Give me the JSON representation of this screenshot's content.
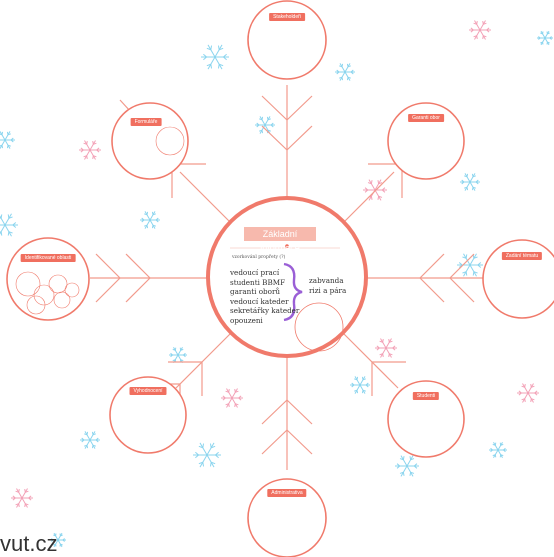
{
  "center": {
    "title": "Základní informace",
    "subtitle": "vzorkovánl propřety (?) ",
    "list": [
      "vedoucí prací",
      "studenti BBMF",
      "garanti oborů",
      "vedoucí kateder",
      "sekretářky kateder",
      "opouzeni"
    ],
    "side_label": [
      "zabvanda",
      "rizi a pára"
    ]
  },
  "nodes": [
    {
      "key": "top",
      "title": "Stakeholdeři"
    },
    {
      "key": "top-right",
      "title": "Garanti obor"
    },
    {
      "key": "right",
      "title": "Zadání tématu"
    },
    {
      "key": "bottom-right",
      "title": "Studenti"
    },
    {
      "key": "bottom",
      "title": "Administrativa"
    },
    {
      "key": "bottom-left",
      "title": "Vyhodnocení"
    },
    {
      "key": "left",
      "title": "Identifikované oblasti"
    },
    {
      "key": "top-left",
      "title": "Formuláře"
    }
  ],
  "watermark": "vut.cz",
  "colors": {
    "accent": "#f06f5f",
    "line": "#f29a8c",
    "brace": "#9a5fd6",
    "snow_pink": "#f08aa5",
    "snow_blue": "#5ac3e8"
  }
}
